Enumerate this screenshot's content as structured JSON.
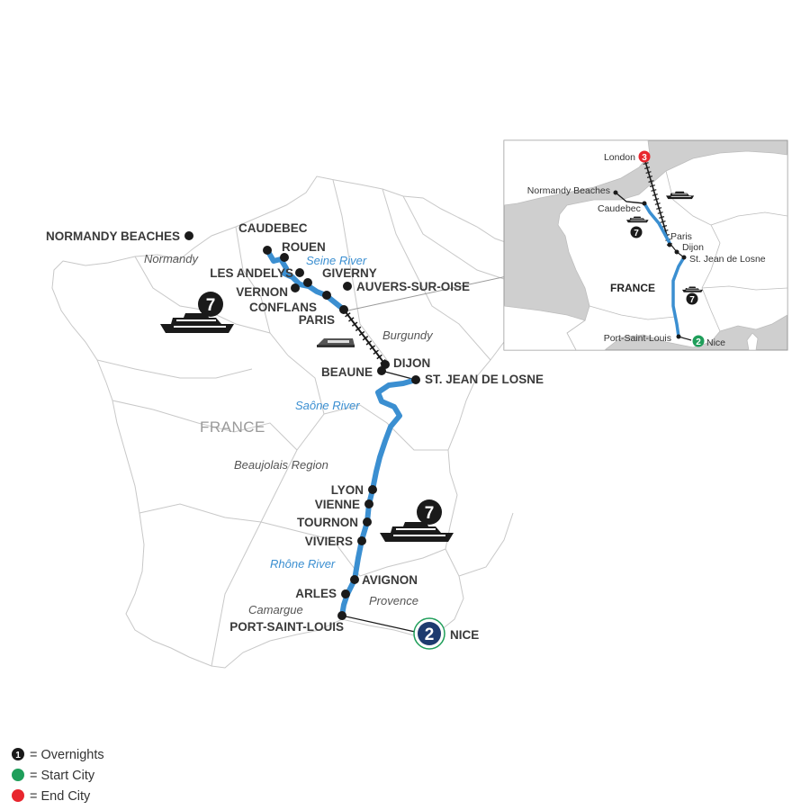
{
  "colors": {
    "river": "#3b8fd1",
    "city_dot": "#1a1a1a",
    "overnight_badge": "#1a1a1a",
    "start_city": "#1f9e5a",
    "end_city": "#e8262e",
    "start_badge_ring": "#1f9e5a",
    "start_badge_fill": "#1d3b6e",
    "land_outline": "#c8c8c8",
    "inset_land": "#ffffff",
    "inset_sea": "#cfcfcf"
  },
  "main_map": {
    "country_label": "FRANCE",
    "cities": [
      {
        "id": "normandy-beaches",
        "label": "NORMANDY BEACHES"
      },
      {
        "id": "caudebec",
        "label": "CAUDEBEC"
      },
      {
        "id": "rouen",
        "label": "ROUEN"
      },
      {
        "id": "les-andelys",
        "label": "LES ANDELYS"
      },
      {
        "id": "giverny",
        "label": "GIVERNY"
      },
      {
        "id": "vernon",
        "label": "VERNON"
      },
      {
        "id": "auvers",
        "label": "AUVERS-SUR-OISE"
      },
      {
        "id": "conflans",
        "label": "CONFLANS"
      },
      {
        "id": "paris",
        "label": "PARIS"
      },
      {
        "id": "dijon",
        "label": "DIJON"
      },
      {
        "id": "beaune",
        "label": "BEAUNE"
      },
      {
        "id": "st-jean",
        "label": "ST. JEAN DE LOSNE"
      },
      {
        "id": "lyon",
        "label": "LYON"
      },
      {
        "id": "vienne",
        "label": "VIENNE"
      },
      {
        "id": "tournon",
        "label": "TOURNON"
      },
      {
        "id": "viviers",
        "label": "VIVIERS"
      },
      {
        "id": "avignon",
        "label": "AVIGNON"
      },
      {
        "id": "arles",
        "label": "ARLES"
      },
      {
        "id": "port-saint-louis",
        "label": "PORT-SAINT-LOUIS"
      },
      {
        "id": "nice",
        "label": "NICE"
      }
    ],
    "regions": [
      "Normandy",
      "Burgundy",
      "Beaujolais Region",
      "Provence",
      "Camargue"
    ],
    "rivers": [
      "Seine River",
      "Saône River",
      "Rhône River"
    ],
    "overnights": [
      {
        "id": "seine",
        "value": "7"
      },
      {
        "id": "rhone",
        "value": "7"
      },
      {
        "id": "nice",
        "value": "2"
      }
    ]
  },
  "inset_map": {
    "country_label": "FRANCE",
    "cities": [
      {
        "id": "london",
        "label": "London"
      },
      {
        "id": "normandy",
        "label": "Normandy Beaches"
      },
      {
        "id": "caudebec",
        "label": "Caudebec"
      },
      {
        "id": "paris",
        "label": "Paris"
      },
      {
        "id": "dijon",
        "label": "Dijon"
      },
      {
        "id": "st-jean",
        "label": "St. Jean de Losne"
      },
      {
        "id": "port-saint-louis",
        "label": "Port-Saint-Louis"
      },
      {
        "id": "nice",
        "label": "Nice"
      }
    ],
    "badges": [
      {
        "id": "london",
        "value": "3",
        "kind": "end"
      },
      {
        "id": "seine",
        "value": "7",
        "kind": "overnight"
      },
      {
        "id": "rhone",
        "value": "7",
        "kind": "overnight"
      },
      {
        "id": "nice",
        "value": "2",
        "kind": "start"
      }
    ]
  },
  "legend": [
    {
      "id": "overnights",
      "symbol": "1",
      "label": "= Overnights",
      "kind": "overnight"
    },
    {
      "id": "start",
      "label": "= Start City",
      "kind": "start"
    },
    {
      "id": "end",
      "label": "= End City",
      "kind": "end"
    }
  ]
}
